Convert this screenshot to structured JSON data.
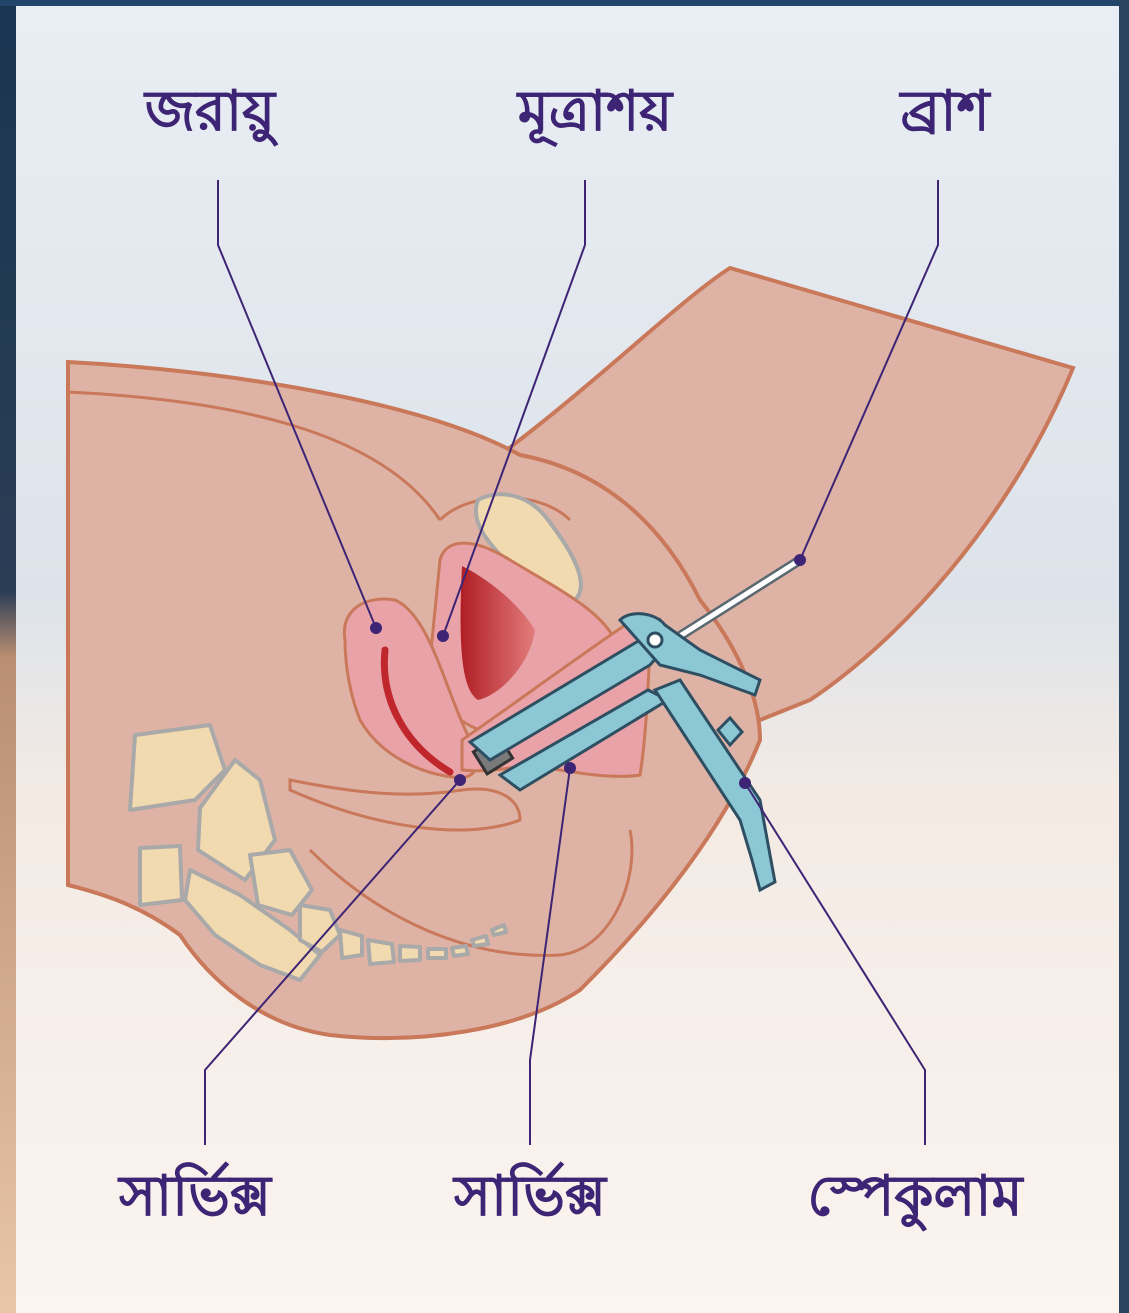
{
  "labels": {
    "uterus": "জরায়ু",
    "bladder": "মূত্রাশয়",
    "brush": "ব্রাশ",
    "cervix_left": "সার্ভিক্স",
    "cervix_middle": "সার্ভিক্স",
    "speculum": "স্পেকুলাম"
  },
  "colors": {
    "label_text": "#3d2474",
    "leader_line": "#3d2474",
    "skin_fill": "#deb3a6",
    "skin_outline": "#c9785a",
    "organ_pink": "#e9a3a8",
    "bone_fill": "#f1d9b0",
    "bone_outline": "#a9a9a9",
    "uterus_cavity": "#c0272d",
    "speculum_fill": "#8cc7d6",
    "speculum_outline": "#2e4f61"
  }
}
